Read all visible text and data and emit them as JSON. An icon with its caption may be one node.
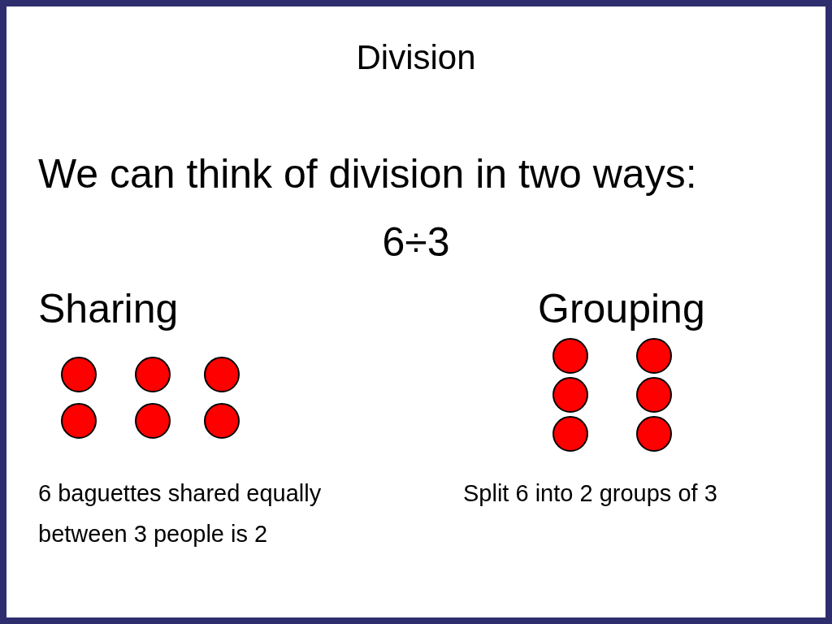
{
  "diagram": {
    "title": "Division",
    "labels": [
      "We can think of division in two ways:",
      "6÷3",
      "Sharing",
      "Grouping",
      "6 baguettes shared equally between 3 people is 2",
      "Split 6 into 2 groups of 3"
    ]
  }
}
